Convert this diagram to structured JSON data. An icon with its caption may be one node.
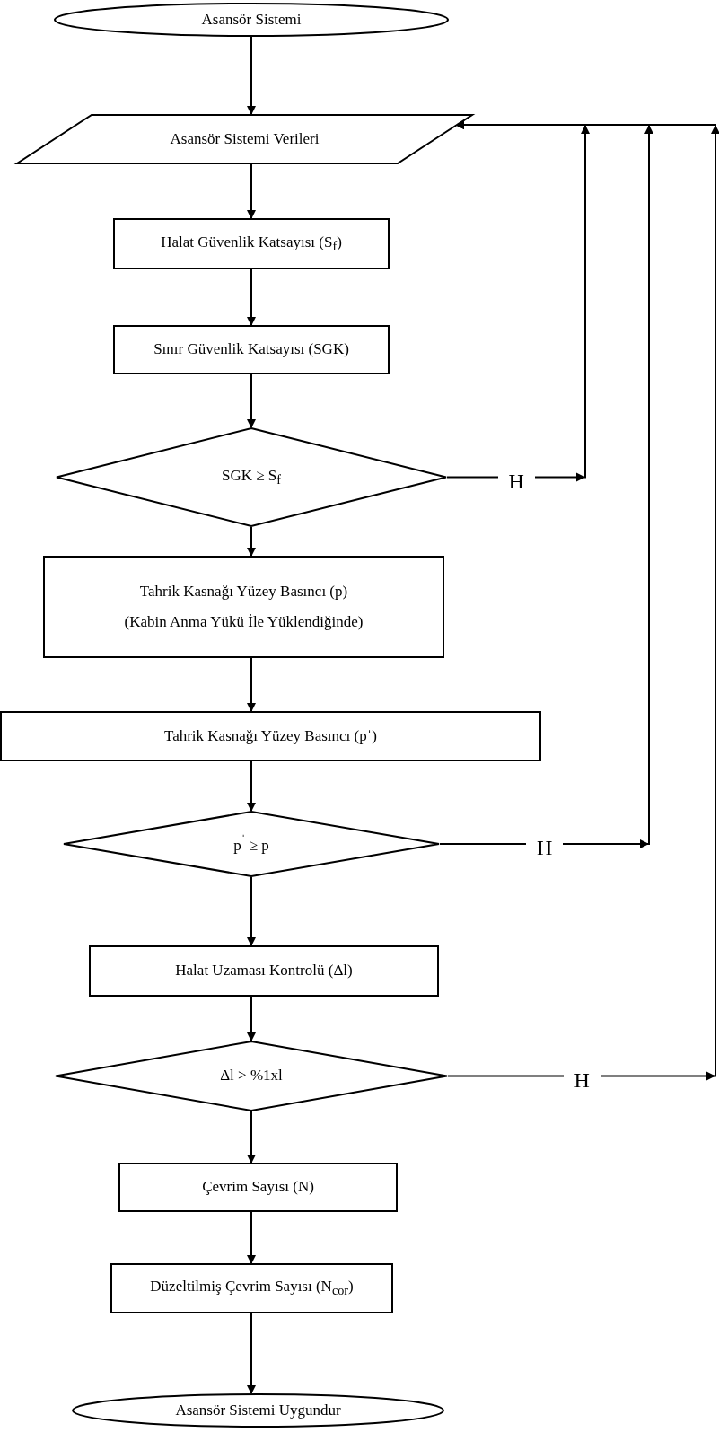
{
  "diagram": {
    "nodes": [
      {
        "text": [
          "Asansör Sistemi"
        ]
      },
      {
        "text": [
          "Asansör Sistemi Verileri"
        ]
      },
      {
        "text": [
          "Halat Güvenlik Katsayısı (S$_{f}$)"
        ]
      },
      {
        "text": [
          "Sınır Güvenlik Katsayısı (SGK)"
        ]
      },
      {
        "text": [
          "SGK ≥ S$_{f}$"
        ]
      },
      {
        "text": [
          "Tahrik Kasnağı Yüzey Basıncı (p)",
          "(Kabin Anma Yükü İle Yüklendiğinde)"
        ]
      },
      {
        "text": [
          "Tahrik Kasnağı Yüzey Basıncı (pˈ)"
        ]
      },
      {
        "text": [
          "p$^{ˈ}$ ≥ p"
        ]
      },
      {
        "text": [
          "Halat Uzaması Kontrolü (Δl)"
        ]
      },
      {
        "text": [
          "Δl > %1xl"
        ]
      },
      {
        "text": [
          "Çevrim Sayısı (N)"
        ]
      },
      {
        "text": [
          "Düzeltilmiş Çevrim Sayısı (N$_{cor}$)"
        ]
      },
      {
        "text": [
          "Asansör Sistemi Uygundur"
        ]
      }
    ],
    "edges": [
      {
        "from": 0,
        "to": 1,
        "arrow": "to"
      },
      {
        "from": 1,
        "to": 2,
        "arrow": "to"
      },
      {
        "from": 2,
        "to": 3,
        "arrow": "to"
      },
      {
        "from": 3,
        "to": 4,
        "arrow": "to"
      },
      {
        "from": 4,
        "to": 5,
        "arrow": "to"
      },
      {
        "from": 5,
        "to": 6,
        "arrow": "to"
      },
      {
        "from": 6,
        "to": 7,
        "arrow": "to"
      },
      {
        "from": 7,
        "to": 8,
        "arrow": "to"
      },
      {
        "from": 8,
        "to": 9,
        "arrow": "to"
      },
      {
        "from": 9,
        "to": 10,
        "arrow": "to"
      },
      {
        "from": 10,
        "to": 11,
        "arrow": "to"
      },
      {
        "from": 11,
        "to": 12,
        "arrow": "to"
      },
      {
        "from": 4,
        "to": 1,
        "arrow": "to",
        "label": "H"
      },
      {
        "from": 7,
        "to": 1,
        "arrow": "to",
        "label": "H"
      },
      {
        "from": 9,
        "to": 1,
        "arrow": "to",
        "label": "H"
      }
    ]
  }
}
